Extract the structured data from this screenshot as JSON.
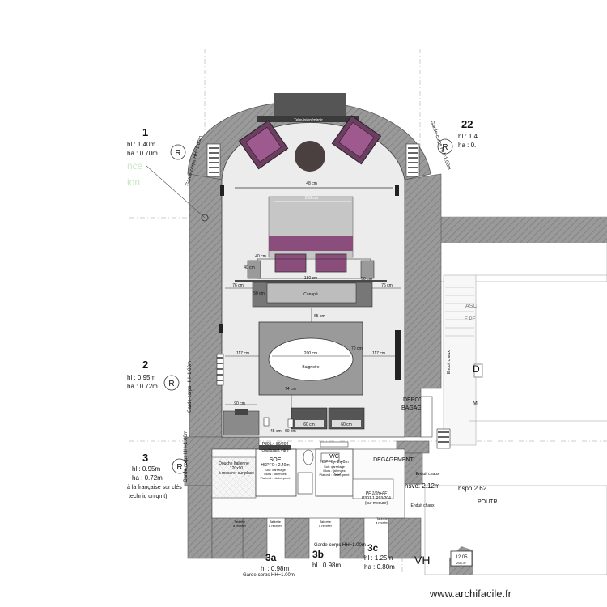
{
  "labels": {
    "window_1": "1",
    "window_1_hl": "hl : 1.40m",
    "window_1_ha": "ha : 0.70m",
    "window_2": "2",
    "window_2_hl": "hl : 0.95m",
    "window_2_ha": "ha : 0.72m",
    "window_3": "3",
    "window_3_hl": "hl : 0.95m",
    "window_3_ha": "ha : 0.72m",
    "window_3_note1": "à la française sur clés",
    "window_3_note2": "technic uniqmt)",
    "window_22": "22",
    "window_22_hl": "hl : 1.4",
    "window_22_ha": "ha : 0.",
    "window_3a": "3a",
    "window_3a_hl": "hl : 0.98m",
    "window_3b": "3b",
    "window_3b_hl": "hl : 0.98m",
    "window_3c": "3c",
    "window_3c_hl": "hl : 1.25m",
    "window_3c_ha": "ha : 0.80m",
    "r_marker": "R",
    "faded1": "nce",
    "faded2": "ion",
    "vh": "VH",
    "garde_corps_top": "Garde-corps HH=1.00m",
    "garde_corps_bottom1": "Garde-corps HH=1.00m",
    "garde_corps_bottom2": "Garde-corps HH=1.00m",
    "garde_corps_left1": "Garde-corps HH=1.00m",
    "garde_corps_left2": "Garde-corps HH=1.00m",
    "garde_corps_left3": "Garde-corps HH=1.00m",
    "garde_corps_right": "Garde-corps HH=1.00m",
    "television": "Television/miroir",
    "dim_48": "48 cm",
    "dim_200_bed": "200 cm",
    "dim_40": "40 cm",
    "dim_40b": "40 cm",
    "dim_180": "180 cm",
    "dim_76_left": "76 cm",
    "dim_76_right": "76 cm",
    "dim_50_left": "50 cm",
    "dim_50_right": "50 cm",
    "canape": "Canapé",
    "dim_65": "65 cm",
    "dim_117_left": "117 cm",
    "dim_117_right": "117 cm",
    "dim_200_tub": "200 cm",
    "dim_70": "70 cm",
    "baignoire": "Baignoire",
    "dim_74": "74 cm",
    "dim_90": "90 cm",
    "dim_60_a": "60 cm",
    "dim_60_b": "60 cm",
    "dim_60_c": "60 cm",
    "dim_45": "45 cm",
    "depot": "DEPOT",
    "bagages": "BAGAGES",
    "degagement": "DEGAGEMENT",
    "soe": "SOE",
    "soe_ref": "P301.4 80/204",
    "soe_ref2": "coulissant vitré",
    "hspfo_240": "HSPFO : 2.40m",
    "douche_1": "Douche Italienne",
    "douche_2": "120x90",
    "douche_3": "à mesurer sur place",
    "sol_carrelage": "Sol : carrelage",
    "murs_faiences": "Murs : faïences",
    "plafond": "Plafond : platre-peint",
    "wc": "WC",
    "hspfo_240b": "HSPFO : 2.40m",
    "sol_carrelage_b": "Sol : carrelage",
    "murs_faiences_b": "Murs : faïences",
    "plafond_b": "Plafond : platre-peint",
    "enduit_chaux_1": "Enduit chaux",
    "enduit_chaux_2": "Enduit chaux",
    "enduit_chaux_3": "Enduit chaux",
    "pf_ref1": "PF 1/2h+FF",
    "pf_ref2": "P301.1 P93/204",
    "pf_ref3": "(sur mesure)",
    "hsvo": "hsvo: 2.12m",
    "hspo": "hspo 2.62",
    "poutre": "POUTR",
    "tablette1_a": "Tablette",
    "tablette1_b": "à recréer",
    "tablette2_a": "Tablette",
    "tablette2_b": "à recréer",
    "tablette3_a": "Tablette",
    "tablette3_b": "à recréer",
    "tablette4_a": "Tablette",
    "tablette4_b": "à recréer",
    "level_box_1": "12.05",
    "level_box_2": "208.37",
    "asc": "ASC",
    "e_pe": "E PE",
    "d_label": "D",
    "m_label": "M",
    "watermark": "www.archifacile.fr"
  },
  "colors": {
    "wall": "#8f8f8f",
    "wall_dark": "#6d6d6d",
    "floor": "#ececec",
    "furniture_grey": "#bdbdbd",
    "purple": "#8a4d7c",
    "purple_light": "#9e5a8e",
    "round_table": "#4a4040",
    "tv": "#555555"
  }
}
